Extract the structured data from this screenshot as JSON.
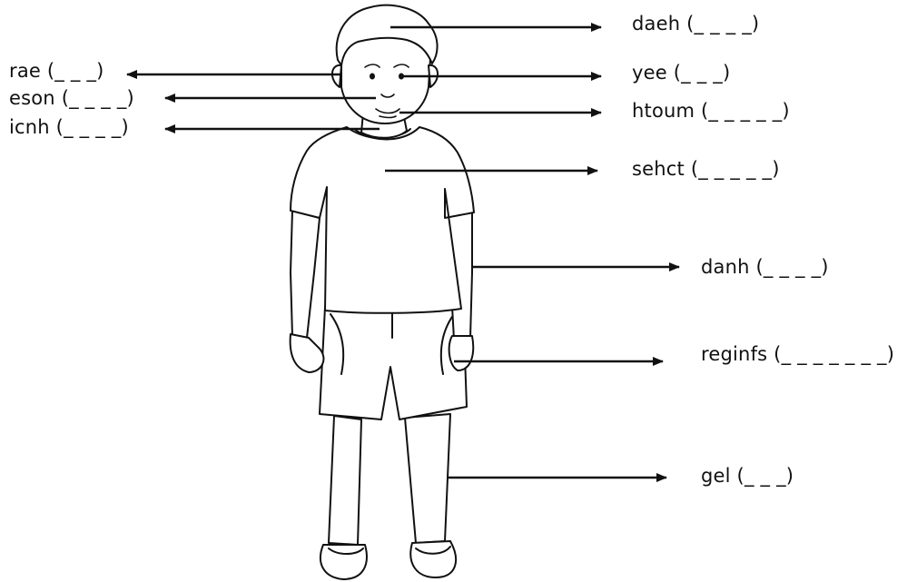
{
  "diagram": {
    "labels": {
      "head": "daeh (_ _ _ _)",
      "eye": "yee (_ _ _)",
      "mouth": "htoum (_ _ _ _ _)",
      "chest": "sehct (_ _ _ _ _)",
      "hand": "danh (_ _ _ _)",
      "fingers": "reginfs (_ _ _ _ _ _ _)",
      "leg": "gel (_ _ _)",
      "ear": "rae (_ _ _)",
      "nose": "eson (_ _ _ _)",
      "chin": "icnh (_ _ _ _)"
    }
  }
}
